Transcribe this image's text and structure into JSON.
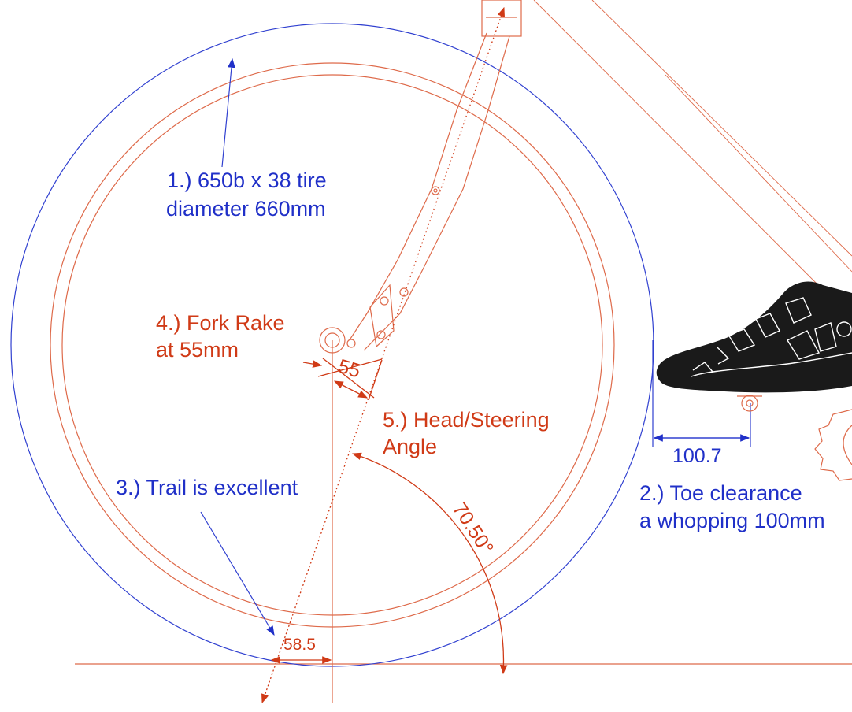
{
  "labels": {
    "tire_line1": "1.) 650b x 38   tire",
    "tire_line2": "diameter 660mm",
    "toe_line1": "2.) Toe clearance",
    "toe_line2": "a whopping 100mm",
    "trail": "3.) Trail is excellent",
    "rake_line1": "4.) Fork Rake",
    "rake_line2": "at 55mm",
    "head_line1": "5.) Head/Steering",
    "head_line2": "Angle"
  },
  "dimensions": {
    "rake": "55",
    "toe": "100.7",
    "trail": "58.5",
    "angle": "70.50°"
  },
  "colors": {
    "annotation_blue": "#2030c8",
    "annotation_red": "#d03a16",
    "frame_lines": "#de6a4a",
    "tire_outline": "#3040d0",
    "shoe": "#1a1a1a"
  }
}
